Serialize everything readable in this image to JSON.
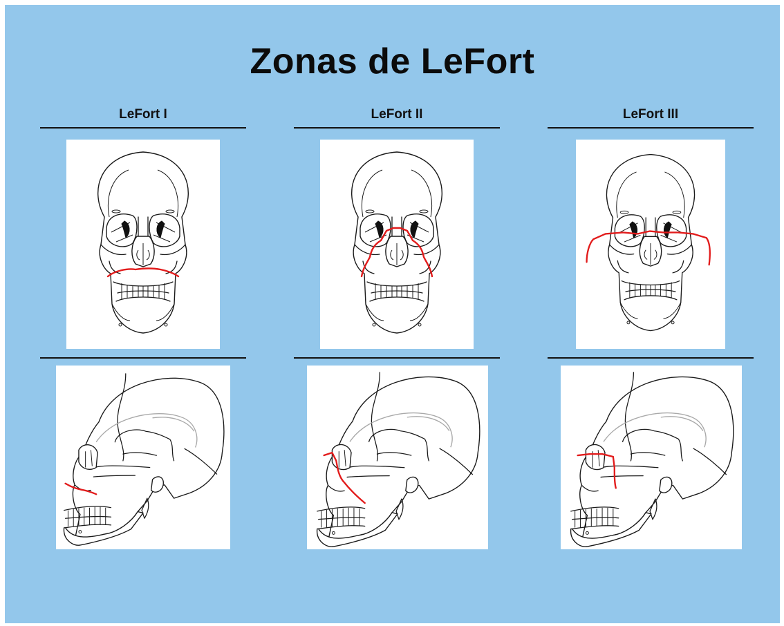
{
  "title": "Zonas de LeFort",
  "columns": [
    {
      "label": "LeFort I"
    },
    {
      "label": "LeFort II"
    },
    {
      "label": "LeFort III"
    }
  ],
  "colors": {
    "background": "#93c7eb",
    "fracture_line": "#e21b1b",
    "text": "#0b0b0b"
  }
}
